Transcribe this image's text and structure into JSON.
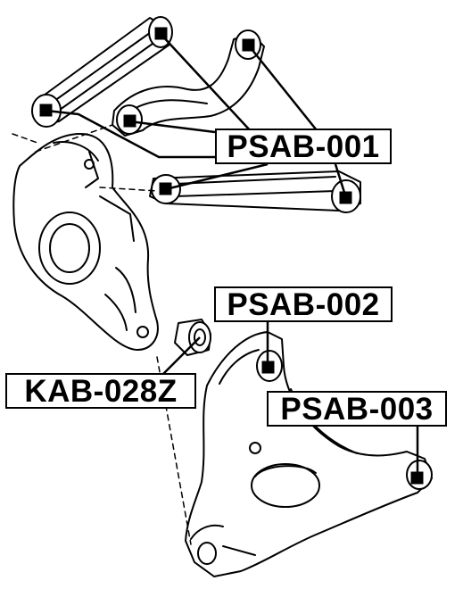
{
  "labels": {
    "psab_001": "PSAB-001",
    "psab_002": "PSAB-002",
    "psab_003": "PSAB-003",
    "kab_028z": "KAB-028Z"
  },
  "colors": {
    "line": "#000000",
    "background": "#ffffff",
    "marker": "#000000"
  }
}
